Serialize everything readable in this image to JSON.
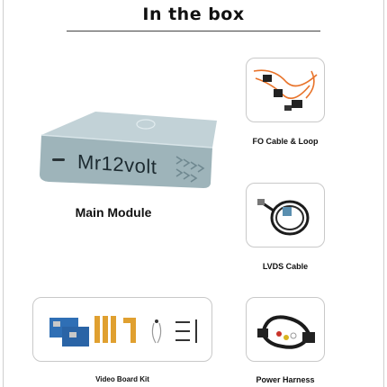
{
  "header": {
    "title": "In the box"
  },
  "items": {
    "main_module": {
      "label": "Main Module",
      "brand": "Mr12volt"
    },
    "fo_cable": {
      "label": "FO Cable & Loop"
    },
    "lvds_cable": {
      "label": "LVDS Cable"
    },
    "video_board_kit": {
      "label": "Video Board Kit"
    },
    "power_harness": {
      "label": "Power Harness"
    }
  },
  "colors": {
    "module_body": "#a9bcc2",
    "module_front": "#8fa6ad",
    "cable_orange": "#e8732a",
    "board_blue": "#2f6fb5"
  }
}
